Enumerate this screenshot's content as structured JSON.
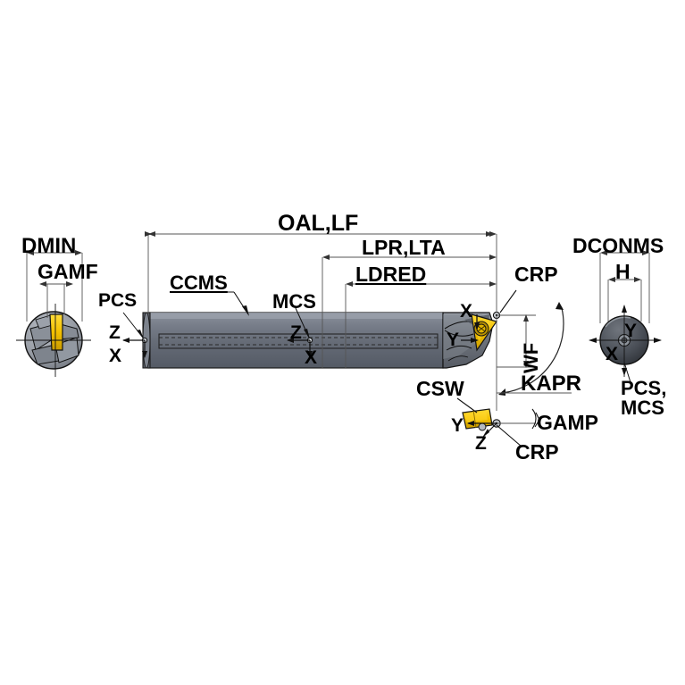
{
  "diagram": {
    "title": "Boring bar tool dimension diagram",
    "type": "technical-engineering-drawing",
    "background": "#ffffff",
    "colors": {
      "line": "#000000",
      "dimension_line": "#555555",
      "shank_body": "#6e7480",
      "shank_body_dark": "#4a4f59",
      "shank_body_light": "#8b919c",
      "insert_yellow": "#f5c400",
      "insert_yellow_dark": "#c79b00",
      "end_view_gray": "#9ba0a8",
      "end_view_dark": "#3a3e45",
      "text": "#000000"
    },
    "labels": {
      "oal_lf": "OAL,LF",
      "lpr_lta": "LPR,LTA",
      "ldred": "LDRED",
      "ccms": "CCMS",
      "mcs": "MCS",
      "pcs": "PCS",
      "crp_top": "CRP",
      "crp_bottom": "CRP",
      "wf": "WF",
      "kapr": "KAPR",
      "csw": "CSW",
      "gamp": "GAMP",
      "gamf": "GAMF",
      "dmin": "DMIN",
      "dconms": "DCONMS",
      "h": "H",
      "pcs_mcs_line1": "PCS,",
      "pcs_mcs_line2": "MCS"
    },
    "axis_markers": {
      "left_end_z": "Z",
      "left_end_x": "X",
      "mid_z": "Z",
      "mid_x": "X",
      "head_x": "X",
      "head_y": "Y",
      "bottom_y": "Y",
      "bottom_z": "Z",
      "right_end_y": "Y",
      "right_end_x": "X"
    }
  }
}
